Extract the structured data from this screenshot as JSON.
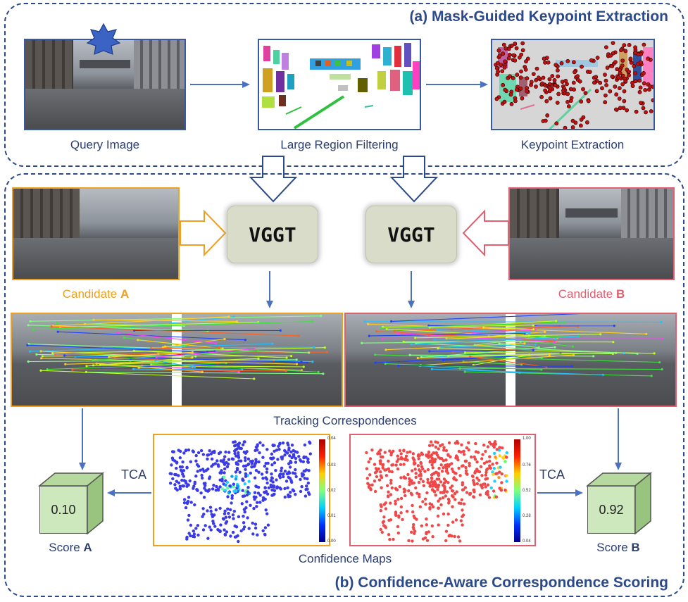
{
  "panel_a": {
    "title": "(a) Mask-Guided Keypoint Extraction",
    "query_caption": "Query Image",
    "filter_caption": "Large Region Filtering",
    "keypoint_caption": "Keypoint Extraction"
  },
  "panel_b": {
    "title": "(b) Confidence-Aware Correspondence Scoring",
    "vggt_label": "VGGT",
    "candidate_a_prefix": "Candidate ",
    "candidate_a_letter": "A",
    "candidate_b_prefix": "Candidate ",
    "candidate_b_letter": "B",
    "tracking_caption": "Tracking Correspondences",
    "confidence_caption": "Confidence Maps",
    "tca_label": "TCA",
    "score_a_prefix": "Score ",
    "score_a_letter": "A",
    "score_b_prefix": "Score ",
    "score_b_letter": "B",
    "score_a_value": "0.10",
    "score_b_value": "0.92"
  },
  "colorbar_a": {
    "ticks": [
      "0.04",
      "0.03",
      "0.02",
      "0.01",
      "0.00"
    ]
  },
  "colorbar_b": {
    "ticks": [
      "1.00",
      "0.76",
      "0.52",
      "0.28",
      "0.04"
    ]
  },
  "colors": {
    "panel_border": "#2c4a8a",
    "candidate_a": "#f0a020",
    "candidate_b": "#e06070",
    "arrow": "#4a72c0",
    "cube": "#cde8bd"
  }
}
